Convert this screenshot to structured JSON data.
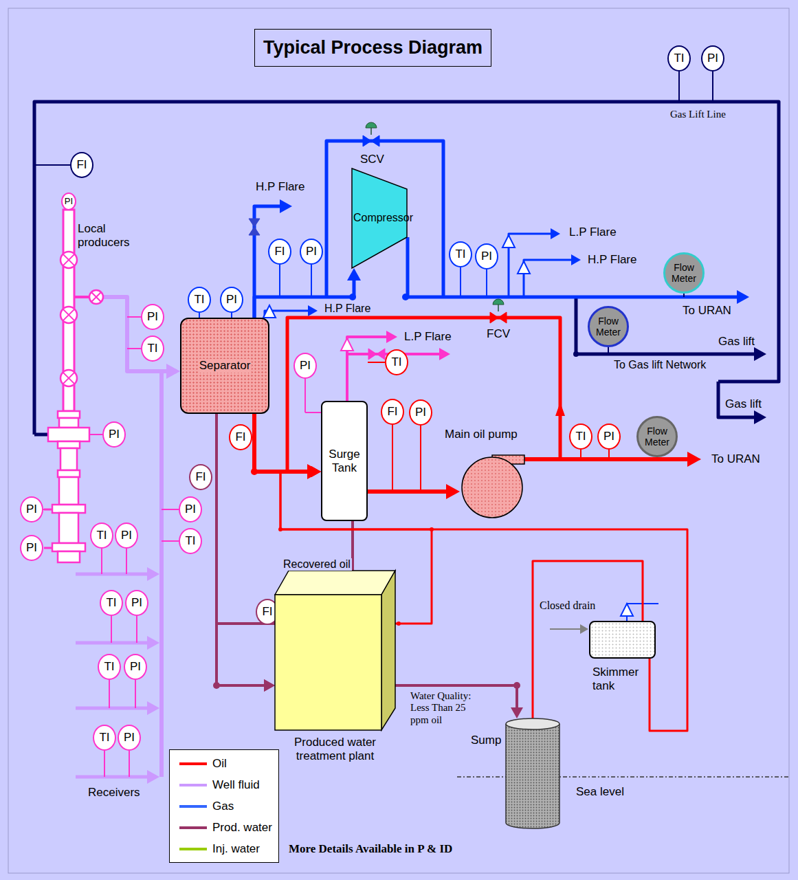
{
  "diagram": {
    "title": "Typical Process Diagram",
    "nodes": [
      {
        "text": [
          "TI"
        ]
      },
      {
        "text": [
          "PI"
        ]
      },
      {
        "text": [
          "FI"
        ]
      },
      {
        "text": [
          "PI"
        ]
      },
      {
        "text": [
          "PI"
        ]
      },
      {
        "text": [
          "TI"
        ]
      },
      {
        "text": [
          "TI"
        ]
      },
      {
        "text": [
          "PI"
        ]
      },
      {
        "text": [
          "FI"
        ]
      },
      {
        "text": [
          "PI"
        ]
      },
      {
        "text": [
          "TI"
        ]
      },
      {
        "text": [
          "PI"
        ]
      },
      {
        "text": [
          "Flow Meter"
        ]
      },
      {
        "text": [
          "Flow Meter"
        ]
      },
      {
        "text": [
          "Separator"
        ]
      },
      {
        "text": [
          "PI"
        ]
      },
      {
        "text": [
          "Surge Tank"
        ]
      },
      {
        "text": [
          "TI"
        ]
      },
      {
        "text": [
          "FI"
        ]
      },
      {
        "text": [
          "PI"
        ]
      },
      {
        "text": [
          "TI"
        ]
      },
      {
        "text": [
          "PI"
        ]
      },
      {
        "text": [
          "Flow Meter"
        ]
      },
      {
        "text": [
          "FI"
        ]
      },
      {
        "text": [
          "FI"
        ]
      },
      {
        "text": [
          "PI"
        ]
      },
      {
        "text": [
          "TI"
        ]
      },
      {
        "text": [
          "PI"
        ]
      },
      {
        "text": [
          "PI"
        ]
      },
      {
        "text": [
          "PI"
        ]
      },
      {
        "text": [
          "TI"
        ]
      },
      {
        "text": [
          "PI"
        ]
      },
      {
        "text": [
          "TI"
        ]
      },
      {
        "text": [
          "PI"
        ]
      },
      {
        "text": [
          "TI"
        ]
      },
      {
        "text": [
          "PI"
        ]
      },
      {
        "text": [
          "TI"
        ]
      },
      {
        "text": [
          "PI"
        ]
      },
      {
        "text": [
          "FI"
        ]
      },
      {
        "text": [
          "Compressor"
        ]
      },
      {
        "text": [
          "Main oil pump"
        ]
      },
      {
        "text": [
          "Produced water treatment plant"
        ]
      },
      {
        "text": [
          "Skimmer tank"
        ]
      },
      {
        "text": [
          "Sump"
        ]
      }
    ],
    "edges": [
      {
        "from": 14,
        "to": 16,
        "arrow": "to"
      },
      {
        "from": 16,
        "to": 40,
        "arrow": "to"
      },
      {
        "from": 14,
        "to": 39,
        "arrow": "to"
      },
      {
        "from": 14,
        "to": 41,
        "arrow": "to"
      },
      {
        "from": 16,
        "to": 41,
        "arrow": "to"
      },
      {
        "from": 41,
        "to": 43,
        "arrow": "to"
      },
      {
        "from": 41,
        "to": 16,
        "arrow": "to"
      },
      {
        "from": 42,
        "to": 16,
        "arrow": "to"
      },
      {
        "from": 43,
        "to": 42,
        "arrow": "none"
      }
    ],
    "labels": [
      "Local producers",
      "H.P Flare",
      "L.P Flare",
      "H.P Flare",
      "H.P Flare",
      "L.P Flare",
      "SCV",
      "FCV",
      "Gas Lift Line",
      "To URAN",
      "Gas lift",
      "To Gas lift Network",
      "Gas lift",
      "To URAN",
      "Recovered oil",
      "Closed drain",
      "Water Quality: Less Than 25 ppm oil",
      "Sea level",
      "Receivers",
      "More Details Available in P & ID"
    ],
    "legend": [
      {
        "text": "Oil",
        "color": "#ff0000"
      },
      {
        "text": "Well fluid",
        "color": "#cc99ff"
      },
      {
        "text": "Gas",
        "color": "#3366ff"
      },
      {
        "text": "Prod. water",
        "color": "#993366"
      },
      {
        "text": "Inj. water",
        "color": "#99cc00"
      }
    ]
  }
}
